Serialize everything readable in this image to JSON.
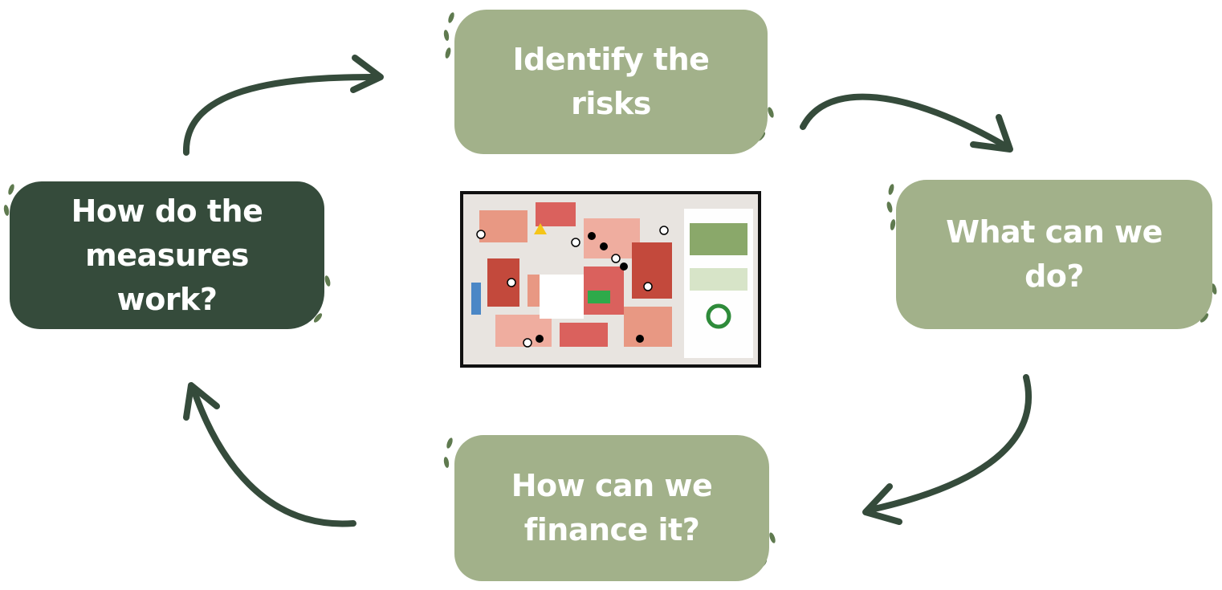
{
  "steps": [
    {
      "label": "Identify the\nrisks"
    },
    {
      "label": "What can we\ndo?"
    },
    {
      "label": "How can we\nfinance it?"
    },
    {
      "label": "How do the\nmeasures\nwork?"
    }
  ],
  "colors": {
    "light_box": "#a2b18a",
    "dark_box": "#354b3b",
    "arrow": "#354b3b",
    "text": "#ffffff"
  }
}
